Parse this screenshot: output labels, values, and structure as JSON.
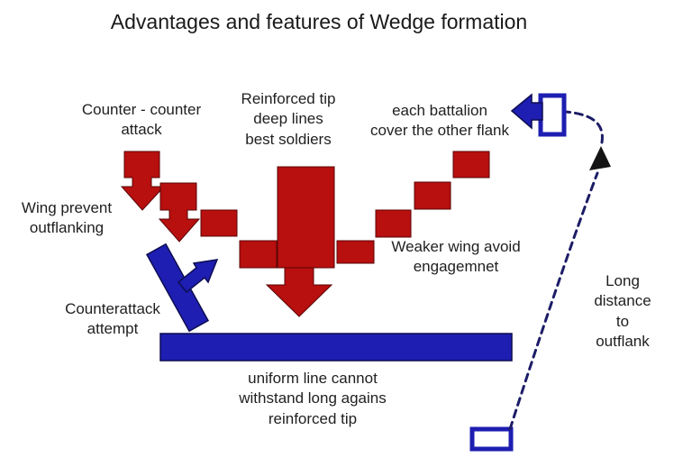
{
  "title": "Advantages and features of  Wedge formation",
  "labels": {
    "counter_counter_attack": "Counter - counter\nattack",
    "reinforced_tip": "Reinforced tip\ndeep lines\nbest soldiers",
    "each_battalion": "each battalion\ncover the other flank",
    "wing_prevent": "Wing prevent\noutflanking",
    "weaker_wing": "Weaker wing avoid\nengagemnet",
    "counterattack_attempt": "Counterattack\nattempt",
    "long_distance": "Long distance\nto outflank",
    "uniform_line": "uniform line cannot\nwithstand long agains\nreinforced tip"
  },
  "colors": {
    "red_unit": "#b80f0f",
    "blue_unit": "#1e1eb2",
    "dashed_route": "#1c1c66",
    "route_arrowhead": "#141414",
    "text": "#1f1f1f",
    "background": "#ffffff"
  },
  "shapes": {
    "red_wedge_unit_count": 8,
    "red_attack_arrow_count": 3,
    "blue_counterattack_bar": "tilted rectangle with northeast arrow",
    "blue_uniform_line_bar": "long horizontal rectangle",
    "blue_flank_markers": "hollow rectangles (top-right vertical, bottom-right horizontal)",
    "outflank_route": "dashed curve with black arrowhead"
  }
}
